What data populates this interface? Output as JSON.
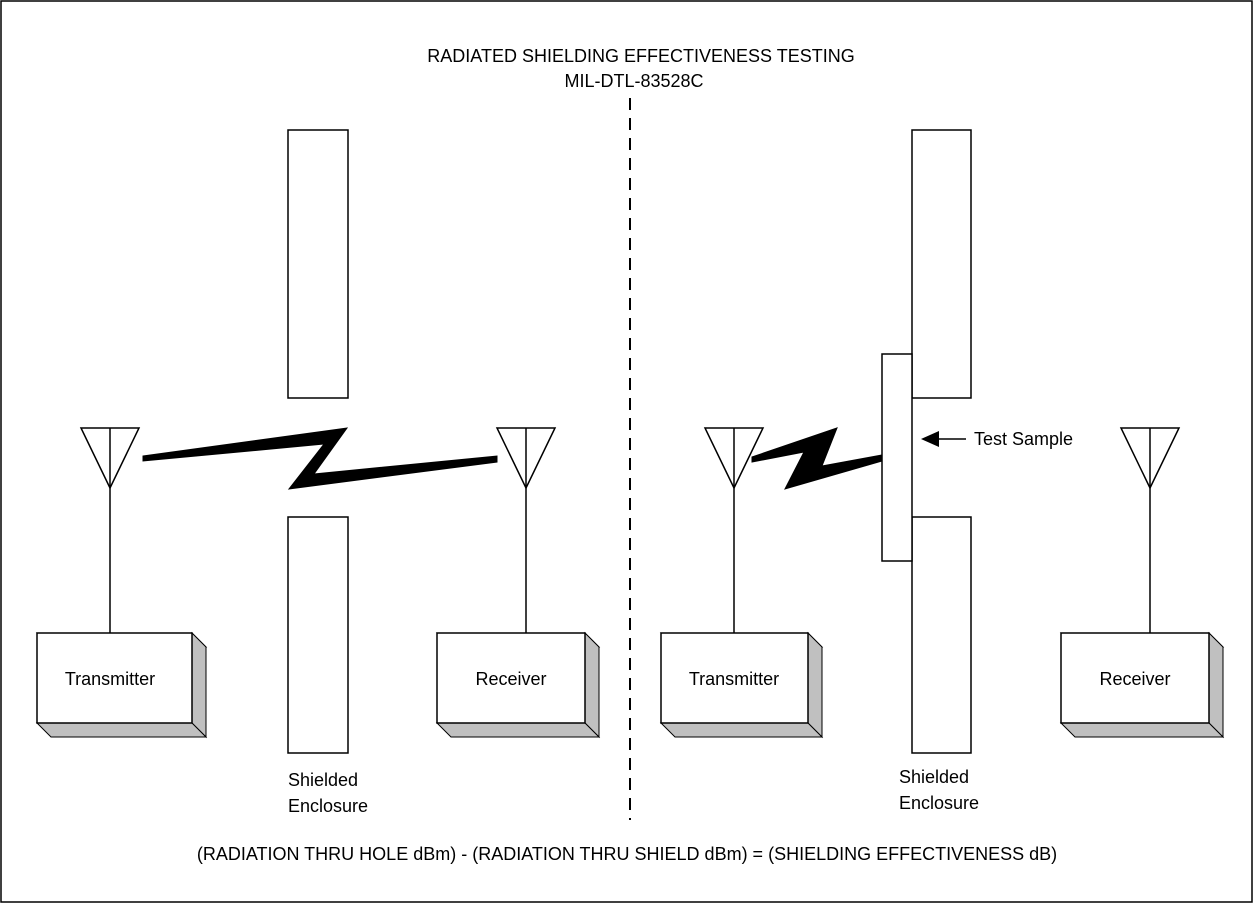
{
  "title": {
    "line1": "RADIATED SHIELDING EFFECTIVENESS TESTING",
    "line2": "MIL-DTL-83528C"
  },
  "left_setup": {
    "transmitter_label": "Transmitter",
    "receiver_label": "Receiver",
    "enclosure_label_line1": "Shielded",
    "enclosure_label_line2": "Enclosure"
  },
  "right_setup": {
    "transmitter_label": "Transmitter",
    "receiver_label": "Receiver",
    "test_sample_label": "Test Sample",
    "enclosure_label_line1": "Shielded",
    "enclosure_label_line2": "Enclosure"
  },
  "formula": "(RADIATION THRU HOLE dBm) - (RADIATION THRU SHIELD dBm) = (SHIELDING EFFECTIVENESS dB)",
  "colors": {
    "line": "#000000",
    "box_side_shade": "#c0c0c0",
    "background": "#ffffff"
  }
}
